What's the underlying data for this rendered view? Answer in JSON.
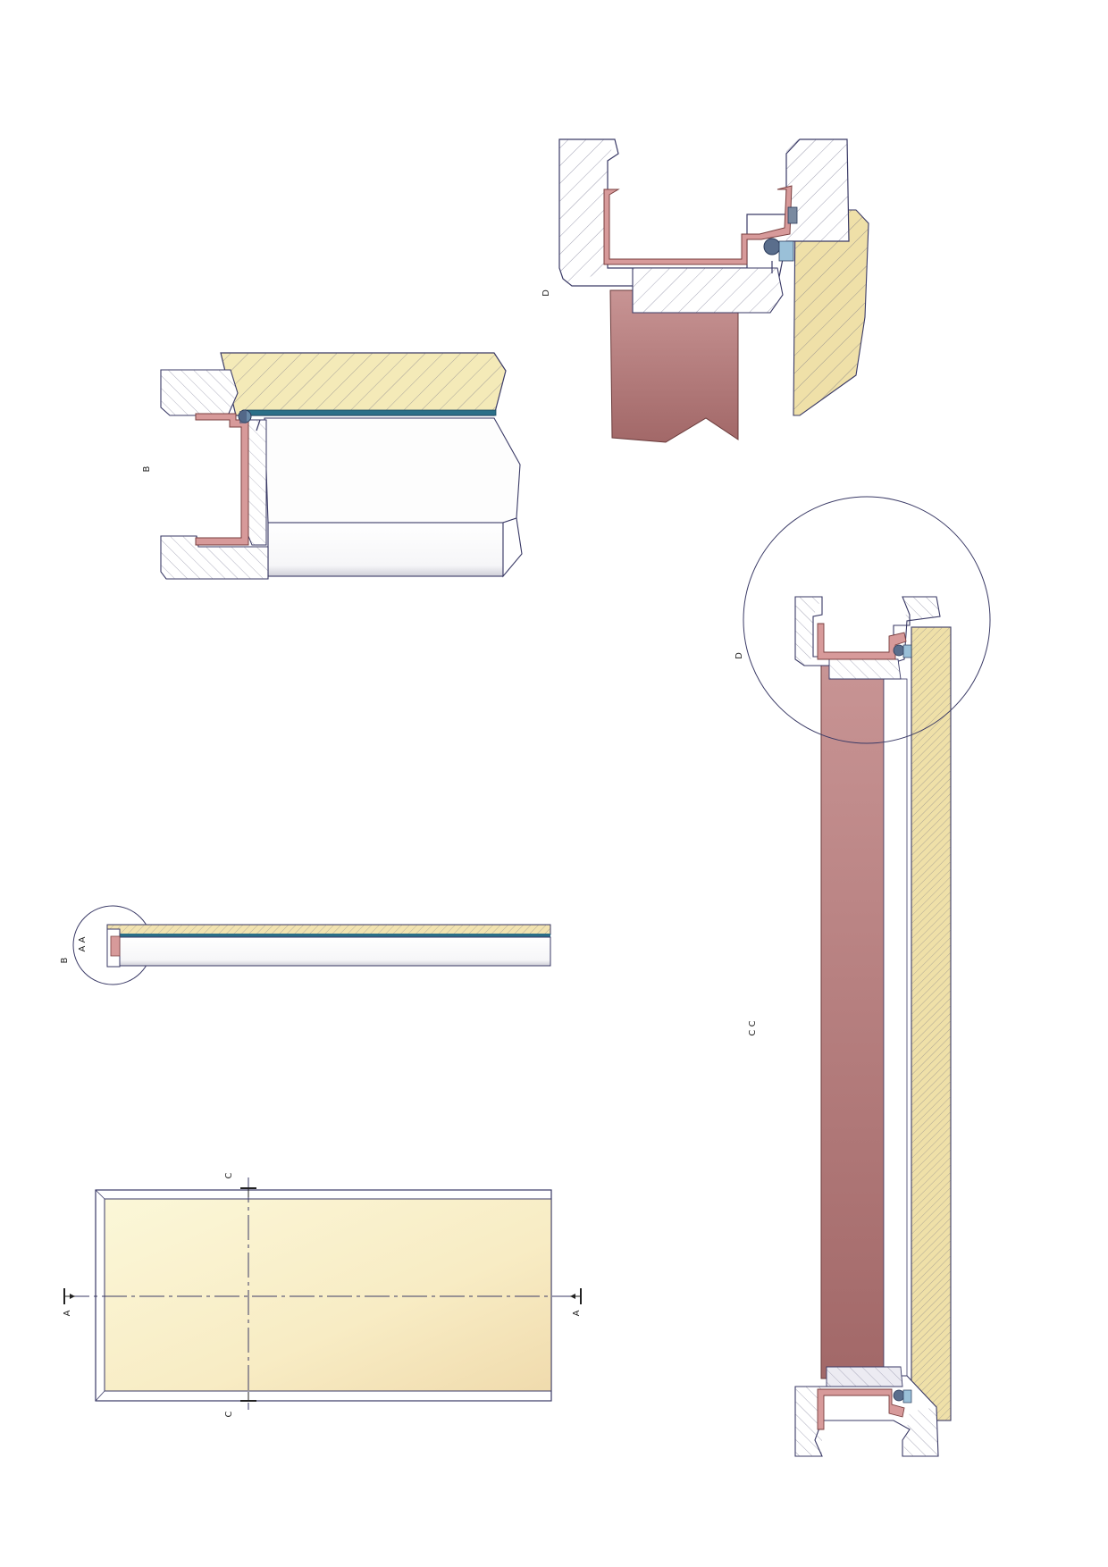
{
  "drawing": {
    "labels": {
      "detail_b": "B",
      "detail_d": "D",
      "section_aa": "A A",
      "section_cc": "C C",
      "cut_a": "A",
      "cut_c": "C"
    }
  },
  "colors": {
    "outline": "#3a3a66",
    "timber": "#f4eab8",
    "timber_dark": "#e9d79a",
    "frame_red": "#c48d8d",
    "frame_red_dark": "#9d6363",
    "steel_red": "#d79a9a",
    "glazing": "#2b6f88",
    "panel_light": "#fbf6d6",
    "panel_warm": "#f3ddb0",
    "hatch": "#5a5a7a"
  }
}
